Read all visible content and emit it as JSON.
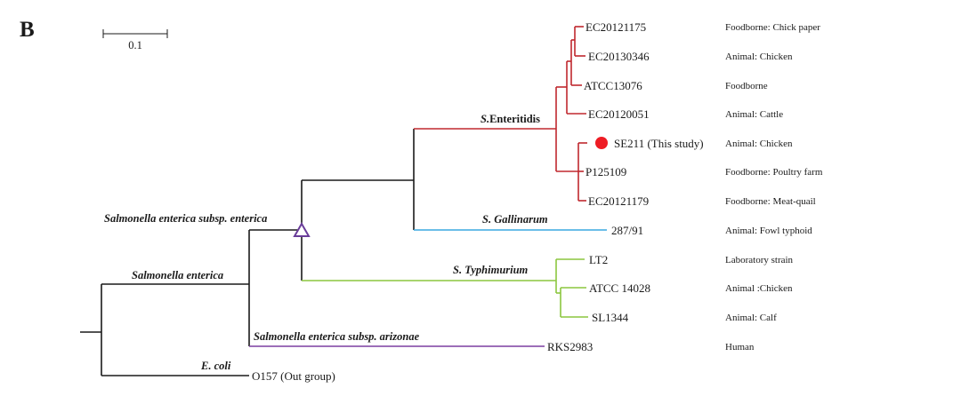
{
  "panel_label": "B",
  "scale_bar": {
    "label": "0.1"
  },
  "colors": {
    "backbone": "#1a1a1a",
    "enteritidis": "#c0282e",
    "gallinarum": "#3aa8e0",
    "typhimurium": "#8cc63f",
    "arizonae": "#7b3fa0",
    "highlight_marker": "#ee1c24",
    "node_triangle": "#6a3d9a"
  },
  "clade_labels": {
    "enteritidis_prefix": "S.",
    "enteritidis": "Enteritidis",
    "gallinarum": "S. Gallinarum",
    "typhimurium": "S. Typhimurium",
    "subsp_enterica": "Salmonella enterica subsp. enterica",
    "salmonella_enterica": "Salmonella enterica",
    "arizonae": "Salmonella enterica subsp. arizonae",
    "ecoli": "E. coli"
  },
  "leaves": [
    {
      "name": "EC20121175",
      "source": "Foodborne: Chick paper"
    },
    {
      "name": "EC20130346",
      "source": "Animal: Chicken"
    },
    {
      "name": "ATCC13076",
      "source": "Foodborne"
    },
    {
      "name": "EC20120051",
      "source": "Animal: Cattle"
    },
    {
      "name": "SE211 (This study)",
      "source": "Animal: Chicken"
    },
    {
      "name": "P125109",
      "source": "Foodborne: Poultry farm"
    },
    {
      "name": "EC20121179",
      "source": "Foodborne: Meat-quail"
    },
    {
      "name": "287/91",
      "source": "Animal: Fowl typhoid"
    },
    {
      "name": "LT2",
      "source": "Laboratory strain"
    },
    {
      "name": "ATCC 14028",
      "source": "Animal :Chicken"
    },
    {
      "name": "SL1344",
      "source": "Animal: Calf"
    },
    {
      "name": "RKS2983",
      "source": "Human"
    },
    {
      "name": "O157 (Out group)",
      "source": ""
    }
  ]
}
